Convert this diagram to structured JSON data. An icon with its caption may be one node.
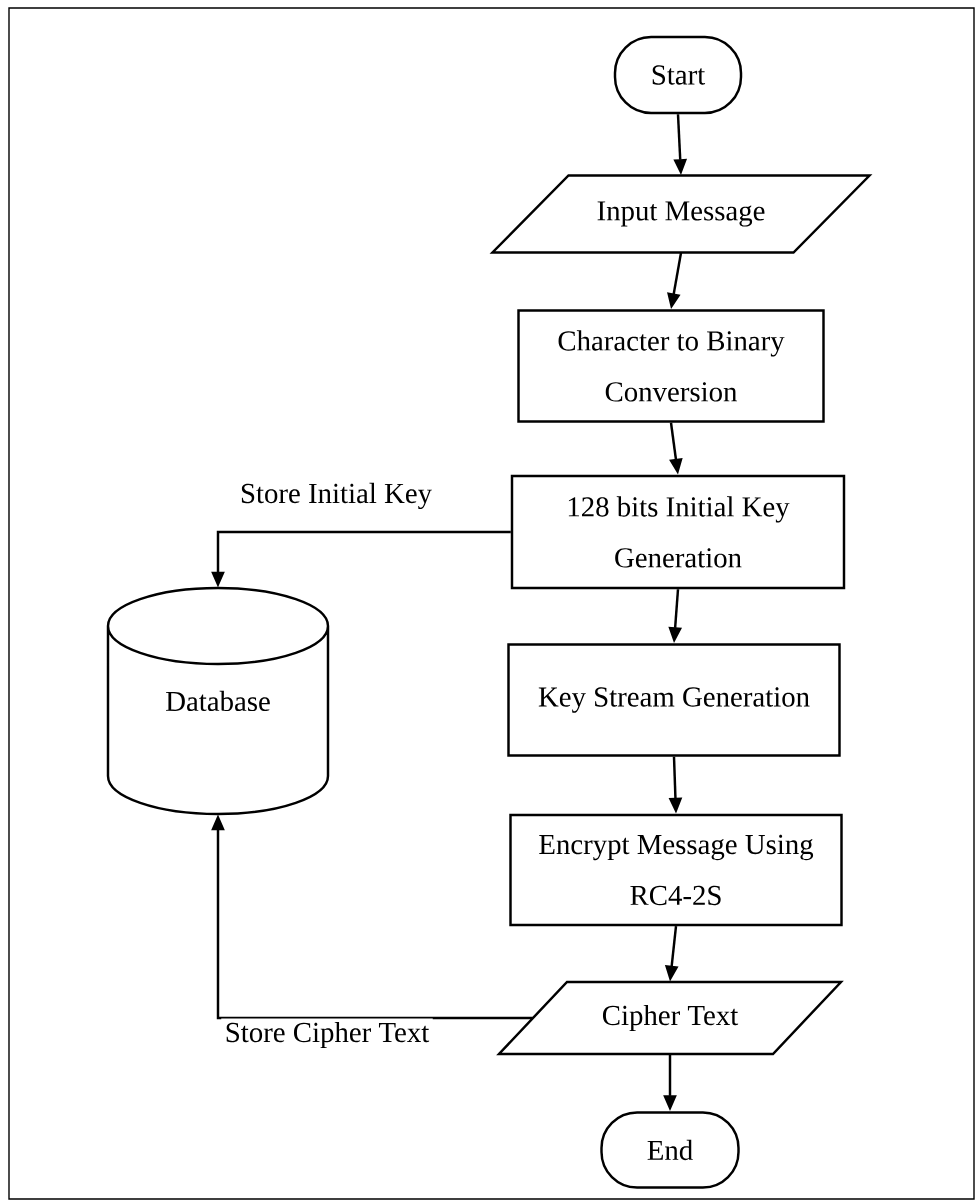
{
  "diagram": {
    "nodes": [
      {
        "text": [
          "Start"
        ]
      },
      {
        "text": [
          "Input Message"
        ]
      },
      {
        "text": [
          "Character to Binary Conversion"
        ]
      },
      {
        "text": [
          "128 bits Initial Key Generation"
        ]
      },
      {
        "text": [
          "Key Stream Generation"
        ]
      },
      {
        "text": [
          "Encrypt Message Using RC4-2S"
        ]
      },
      {
        "text": [
          "Cipher Text"
        ]
      },
      {
        "text": [
          "End"
        ]
      },
      {
        "text": [
          "Database"
        ]
      }
    ],
    "edges": [
      {
        "from": 0,
        "to": 1,
        "arrow": "to"
      },
      {
        "from": 1,
        "to": 2,
        "arrow": "to"
      },
      {
        "from": 2,
        "to": 3,
        "arrow": "to"
      },
      {
        "from": 3,
        "to": 4,
        "arrow": "to"
      },
      {
        "from": 4,
        "to": 5,
        "arrow": "to"
      },
      {
        "from": 5,
        "to": 6,
        "arrow": "to"
      },
      {
        "from": 6,
        "to": 7,
        "arrow": "to"
      },
      {
        "from": 3,
        "to": 8,
        "arrow": "to",
        "label": "Store Initial Key"
      },
      {
        "from": 6,
        "to": 8,
        "arrow": "to",
        "label": "Store Cipher Text"
      }
    ]
  }
}
